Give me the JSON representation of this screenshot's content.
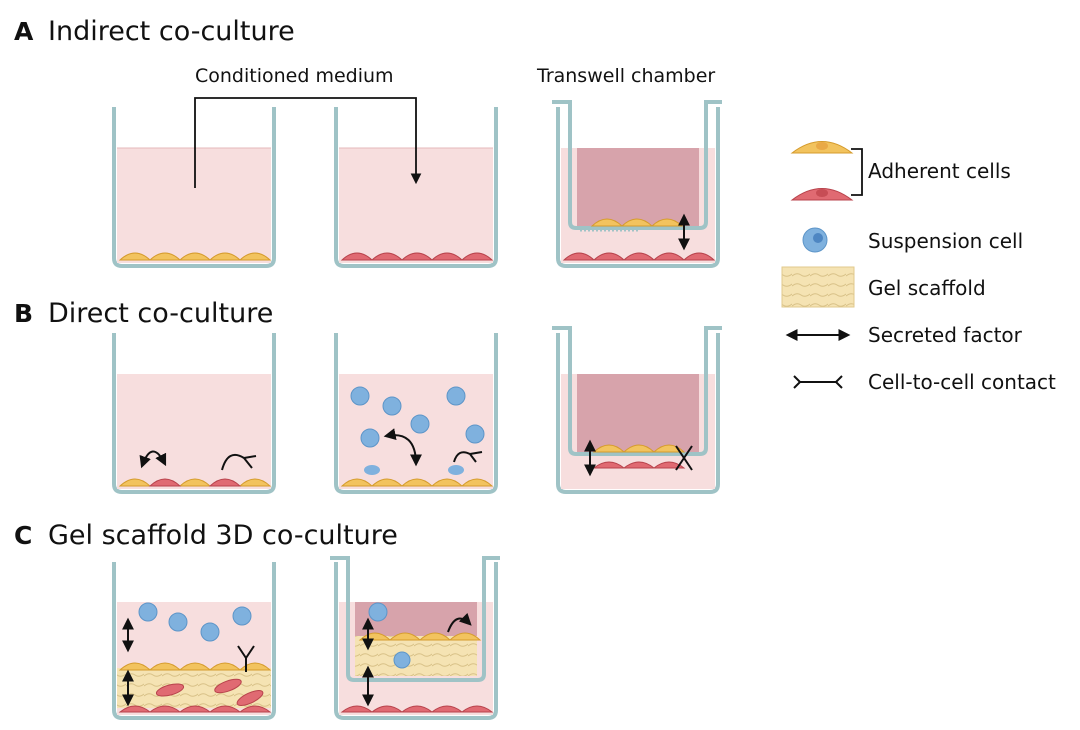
{
  "sections": {
    "a": {
      "letter": "A",
      "title": "Indirect co-culture"
    },
    "b": {
      "letter": "B",
      "title": "Direct co-culture"
    },
    "c": {
      "letter": "C",
      "title": "Gel scaffold 3D co-culture"
    }
  },
  "labels": {
    "conditioned_medium": "Conditioned medium",
    "transwell_chamber": "Transwell chamber"
  },
  "legend": {
    "adherent_cells": "Adherent cells",
    "suspension_cell": "Suspension cell",
    "gel_scaffold": "Gel scaffold",
    "secreted_factor": "Secreted factor",
    "cell_contact": "Cell-to-cell contact"
  },
  "colors": {
    "medium": "#f7dede",
    "dark_medium": "#d7a3ab",
    "wall": "#9fc3c6",
    "yellow_cell": "#f2c35e",
    "red_cell": "#e06a72",
    "suspension_cell": "#7fb1de",
    "gel": "#f5e3b3"
  }
}
